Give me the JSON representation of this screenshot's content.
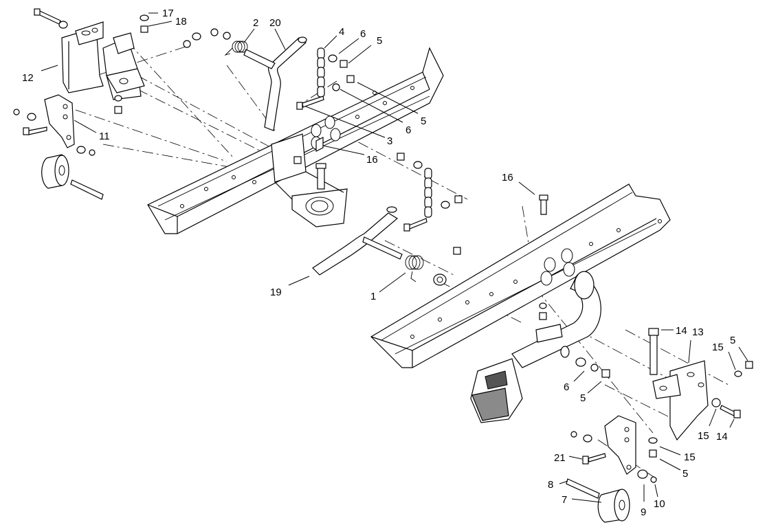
{
  "diagram": {
    "callouts": [
      {
        "id": "c17",
        "text": "17"
      },
      {
        "id": "c18",
        "text": "18"
      },
      {
        "id": "c2",
        "text": "2"
      },
      {
        "id": "c20",
        "text": "20"
      },
      {
        "id": "c4",
        "text": "4"
      },
      {
        "id": "c6a",
        "text": "6"
      },
      {
        "id": "c5a",
        "text": "5"
      },
      {
        "id": "c12",
        "text": "12"
      },
      {
        "id": "c11",
        "text": "11"
      },
      {
        "id": "c5b",
        "text": "5"
      },
      {
        "id": "c6b",
        "text": "6"
      },
      {
        "id": "c3",
        "text": "3"
      },
      {
        "id": "c16a",
        "text": "16"
      },
      {
        "id": "c16b",
        "text": "16"
      },
      {
        "id": "c19",
        "text": "19"
      },
      {
        "id": "c1",
        "text": "1"
      },
      {
        "id": "c14a",
        "text": "14"
      },
      {
        "id": "c13",
        "text": "13"
      },
      {
        "id": "c15a",
        "text": "15"
      },
      {
        "id": "c5c",
        "text": "5"
      },
      {
        "id": "c6c",
        "text": "6"
      },
      {
        "id": "c5d",
        "text": "5"
      },
      {
        "id": "c15b",
        "text": "15"
      },
      {
        "id": "c14b",
        "text": "14"
      },
      {
        "id": "c21",
        "text": "21"
      },
      {
        "id": "c15c",
        "text": "15"
      },
      {
        "id": "c5e",
        "text": "5"
      },
      {
        "id": "c8",
        "text": "8"
      },
      {
        "id": "c7",
        "text": "7"
      },
      {
        "id": "c9",
        "text": "9"
      },
      {
        "id": "c10",
        "text": "10"
      }
    ]
  }
}
